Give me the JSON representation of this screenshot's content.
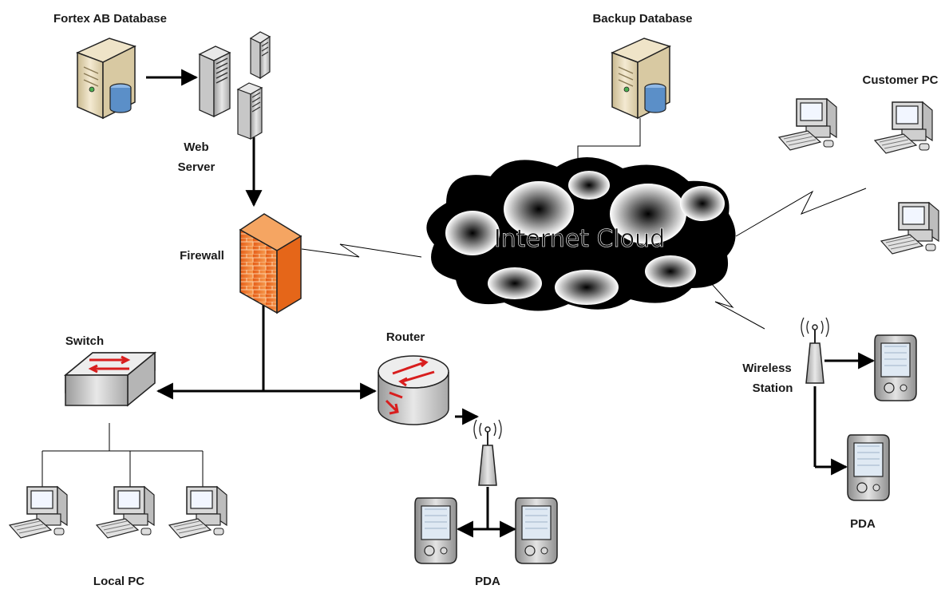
{
  "labels": {
    "fortex_db": "Fortex AB Database",
    "web_server_1": "Web",
    "web_server_2": "Server",
    "firewall": "Firewall",
    "switch": "Switch",
    "router": "Router",
    "local_pc": "Local PC",
    "pda_bottom": "PDA",
    "backup_db": "Backup Database",
    "customer_pc": "Customer PC",
    "internet_cloud": "Internet Cloud",
    "wireless_1": "Wireless",
    "wireless_2": "Station",
    "pda_right": "PDA"
  },
  "colors": {
    "firewall": "#f07a2a",
    "router_arrow": "#d81e1e",
    "db_cylinder": "#5b8fc8",
    "server_body": "#e9dcc0",
    "line": "#000000"
  },
  "icons": {
    "database": "database-server-icon",
    "web_server": "tower-server-icon",
    "firewall": "brick-firewall-icon",
    "switch": "network-switch-icon",
    "router": "router-icon",
    "pc": "desktop-pc-icon",
    "pda": "pda-device-icon",
    "antenna": "wireless-antenna-icon",
    "cloud": "internet-cloud-icon"
  }
}
